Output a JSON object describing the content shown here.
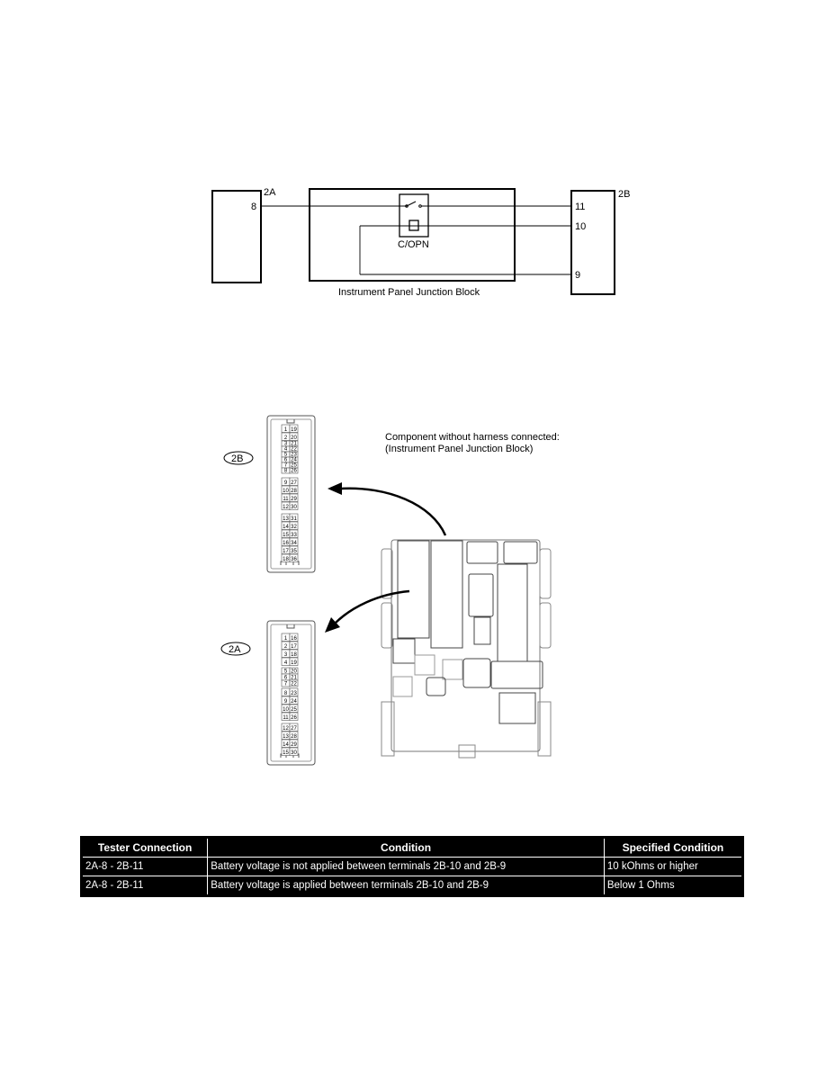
{
  "circuit": {
    "left_connector": "2A",
    "left_pin": "8",
    "right_connector": "2B",
    "right_pins": [
      "11",
      "10",
      "9"
    ],
    "relay_label": "C/OPN",
    "block_caption": "Instrument Panel Junction Block"
  },
  "connectors": {
    "note_line1": "Component without harness connected:",
    "note_line2": "(Instrument Panel Junction Block)",
    "c2b": {
      "label": "2B",
      "pins": [
        [
          "1",
          "19"
        ],
        [
          "2",
          "20"
        ],
        [
          "3",
          "21"
        ],
        [
          "4",
          "22"
        ],
        [
          "5",
          "23"
        ],
        [
          "6",
          "24"
        ],
        [
          "7",
          "25"
        ],
        [
          "8",
          "26"
        ],
        [
          "9",
          "27"
        ],
        [
          "10",
          "28"
        ],
        [
          "11",
          "29"
        ],
        [
          "12",
          "30"
        ],
        [
          "13",
          "31"
        ],
        [
          "14",
          "32"
        ],
        [
          "15",
          "33"
        ],
        [
          "16",
          "34"
        ],
        [
          "17",
          "35"
        ],
        [
          "18",
          "36"
        ]
      ]
    },
    "c2a": {
      "label": "2A",
      "pins": [
        [
          "1",
          "16"
        ],
        [
          "2",
          "17"
        ],
        [
          "3",
          "18"
        ],
        [
          "4",
          "19"
        ],
        [
          "5",
          "20"
        ],
        [
          "6",
          "21"
        ],
        [
          "7",
          "22"
        ],
        [
          "8",
          "23"
        ],
        [
          "9",
          "24"
        ],
        [
          "10",
          "25"
        ],
        [
          "11",
          "26"
        ],
        [
          "12",
          "27"
        ],
        [
          "13",
          "28"
        ],
        [
          "14",
          "29"
        ],
        [
          "15",
          "30"
        ]
      ]
    }
  },
  "table": {
    "headers": [
      "Tester Connection",
      "Condition",
      "Specified Condition"
    ],
    "rows": [
      [
        "2A-8 - 2B-11",
        "Battery voltage is not applied between terminals 2B-10 and 2B-9",
        "10 kOhms or higher"
      ],
      [
        "2A-8 - 2B-11",
        "Battery voltage is applied between terminals 2B-10 and 2B-9",
        "Below 1 Ohms"
      ]
    ]
  }
}
